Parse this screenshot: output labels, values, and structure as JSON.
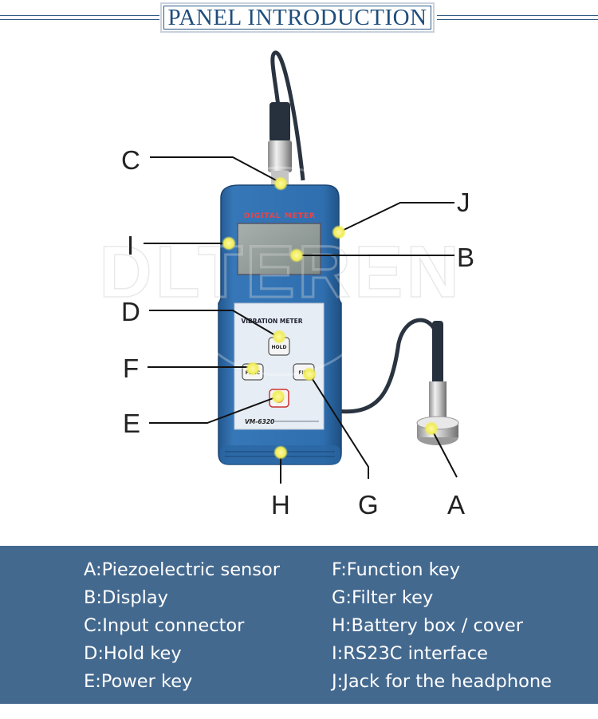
{
  "header": {
    "title": "PANEL INTRODUCTION"
  },
  "device": {
    "brand_label": "DIGITAL METER",
    "faceplate_label": "VIBRATION METER",
    "model": "VM-6320",
    "keys": {
      "hold": "HOLD",
      "func": "FUNC",
      "filt": "FILT"
    }
  },
  "watermark": {
    "text": "DLTEREN"
  },
  "callouts": [
    "A",
    "B",
    "C",
    "D",
    "E",
    "F",
    "G",
    "H",
    "I",
    "J"
  ],
  "legend": [
    "A:Piezoelectric sensor",
    "B:Display",
    "C:Input connector",
    "D:Hold key",
    "E:Power key",
    "F:Function key",
    "G:Filter key",
    "H:Battery box / cover",
    "I:RS23C interface",
    "J:Jack for the headphone"
  ],
  "colors": {
    "meter_body": "#2f6fb0",
    "panel": "#e6edf5",
    "legend_bg": "#44698f",
    "marker": "#f4f06a",
    "title": "#1f4e7c"
  }
}
